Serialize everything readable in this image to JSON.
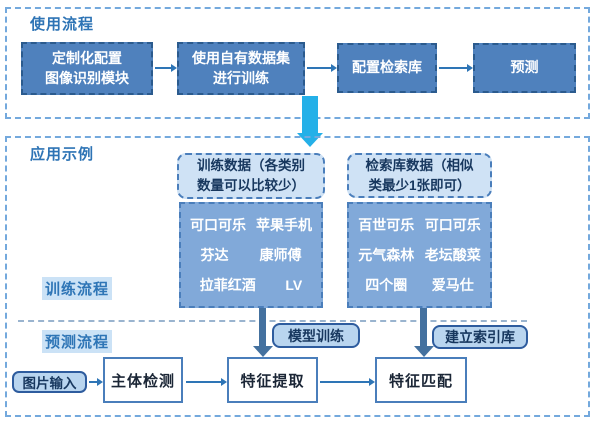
{
  "colors": {
    "steel_blue_box": "#4f81bd",
    "data_box_fill": "#81a9d9",
    "light_header_fill": "#cfe2f5",
    "pill_fill": "#b9d5ef",
    "section_border": "#74a9dd",
    "big_arrow_cyan": "#24b0e8",
    "arrow_blue": "#2e75b6",
    "label_navy": "#17375e",
    "section_title_blue": "#2e74b5"
  },
  "usage_flow": {
    "title": "使用流程",
    "steps": [
      "定制化配置\n图像识别模块",
      "使用自有数据集\n进行训练",
      "配置检索库",
      "预测"
    ]
  },
  "application": {
    "title": "应用示例",
    "training_header": "训练数据（各类别\n数量可以比较少）",
    "retrieval_header": "检索库数据（相似\n类最少1张即可）",
    "training_items": [
      "可口可乐",
      "苹果手机",
      "芬达",
      "康师傅",
      "拉菲红酒",
      "LV"
    ],
    "retrieval_items": [
      "百世可乐",
      "可口可乐",
      "元气森林",
      "老坛酸菜",
      "四个圈",
      "爱马仕"
    ],
    "training_flow_label": "训练流程",
    "prediction_flow_label": "预测流程",
    "model_training_label": "模型训练",
    "build_index_label": "建立索引库",
    "prediction_steps": {
      "input": "图片输入",
      "detect": "主体检测",
      "extract": "特征提取",
      "match": "特征匹配"
    }
  }
}
